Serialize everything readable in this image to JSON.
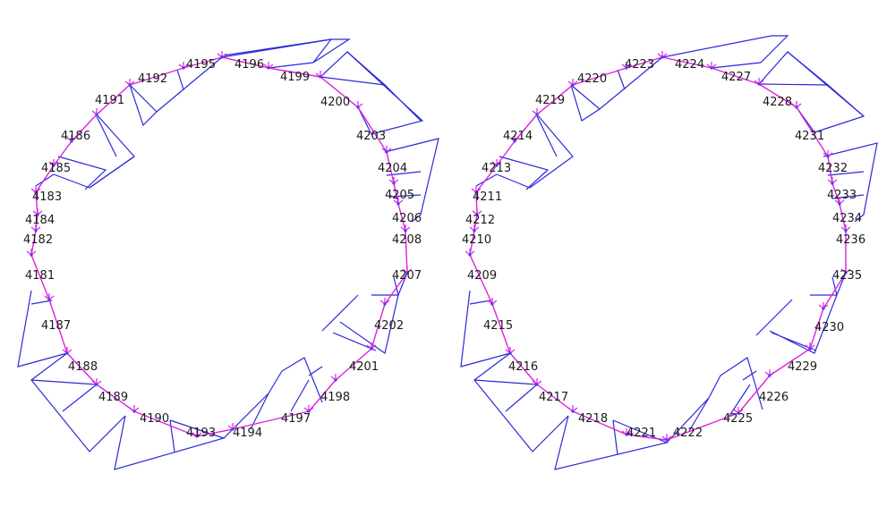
{
  "colors": {
    "background": "#ffffff",
    "ring": "#dd22dd",
    "frames": "#2a2ad8",
    "labels": "#1a1a1a"
  },
  "icons": {
    "node_marker": "arrow-cross-icon"
  },
  "panels": [
    {
      "id": "left",
      "labels": [
        "4182",
        "4184",
        "4183",
        "4185",
        "4186",
        "4191",
        "4192",
        "4195",
        "4196",
        "4199",
        "4200",
        "4203",
        "4204",
        "4205",
        "4206",
        "4208",
        "4207",
        "4202",
        "4201",
        "4198",
        "4197",
        "4194",
        "4193",
        "4190",
        "4189",
        "4188",
        "4187",
        "4181"
      ]
    },
    {
      "id": "right",
      "labels": [
        "4210",
        "4212",
        "4211",
        "4213",
        "4214",
        "4219",
        "4220",
        "4223",
        "4224",
        "4227",
        "4228",
        "4231",
        "4232",
        "4233",
        "4234",
        "4236",
        "4235",
        "4230",
        "4229",
        "4226",
        "4225",
        "4222",
        "4221",
        "4218",
        "4217",
        "4216",
        "4215",
        "4209"
      ]
    }
  ]
}
